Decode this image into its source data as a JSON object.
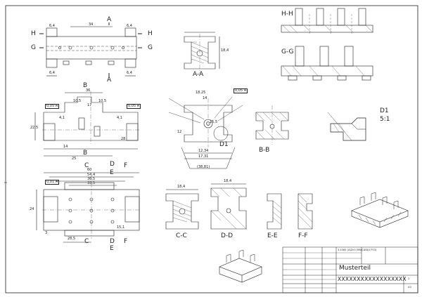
{
  "sections": {
    "a_a": "A-A",
    "b_b": "B-B",
    "c_c": "C-C",
    "d_d": "D-D",
    "e_e": "E-E",
    "f_f": "F-F",
    "g_g": "G-G",
    "h_h": "H-H",
    "detail": "D1",
    "detail_scale": "5:1"
  },
  "cut_marks": {
    "a": "A",
    "b": "B",
    "c": "C",
    "d": "D",
    "e": "E",
    "f": "F",
    "g": "G",
    "h": "H"
  },
  "dims": {
    "top_34": "34",
    "top_64a": "6,4",
    "top_64b": "6,4",
    "top_64c": "6,4",
    "top_64d": "6,4",
    "f36": "36",
    "f105a": "10,5",
    "f105b": "10,5",
    "f17": "17",
    "f225": "22,5",
    "f14": "14",
    "f25": "25",
    "f28": "28",
    "f41a": "4,1",
    "f41b": "4,1",
    "b60": "60",
    "b544": "54,4",
    "b365": "36,5",
    "b335": "33,5",
    "b24": "24",
    "b3": "3",
    "b285": "28,5",
    "b151": "15,1",
    "aa_18": "18,4",
    "c_1825": "18,25",
    "c_14": "14",
    "c_155": "15,5",
    "c_1234": "12,34",
    "c_1731": "17,31",
    "c_3881": "(38,81)",
    "c_12": "12",
    "cc_184": "18,4",
    "dd_184": "18,4",
    "tol_005": "0,05 A",
    "tol_001": "0,01 A"
  },
  "title_block": {
    "material": "3.4365 (AlZn5,5MgCu 1,5 F53)",
    "part_name": "Musterteil",
    "drawing_number": "XXXXXXXXXXXXXXXXXX",
    "scale": "2:1",
    "sheet": "1",
    "revision": "A3"
  }
}
